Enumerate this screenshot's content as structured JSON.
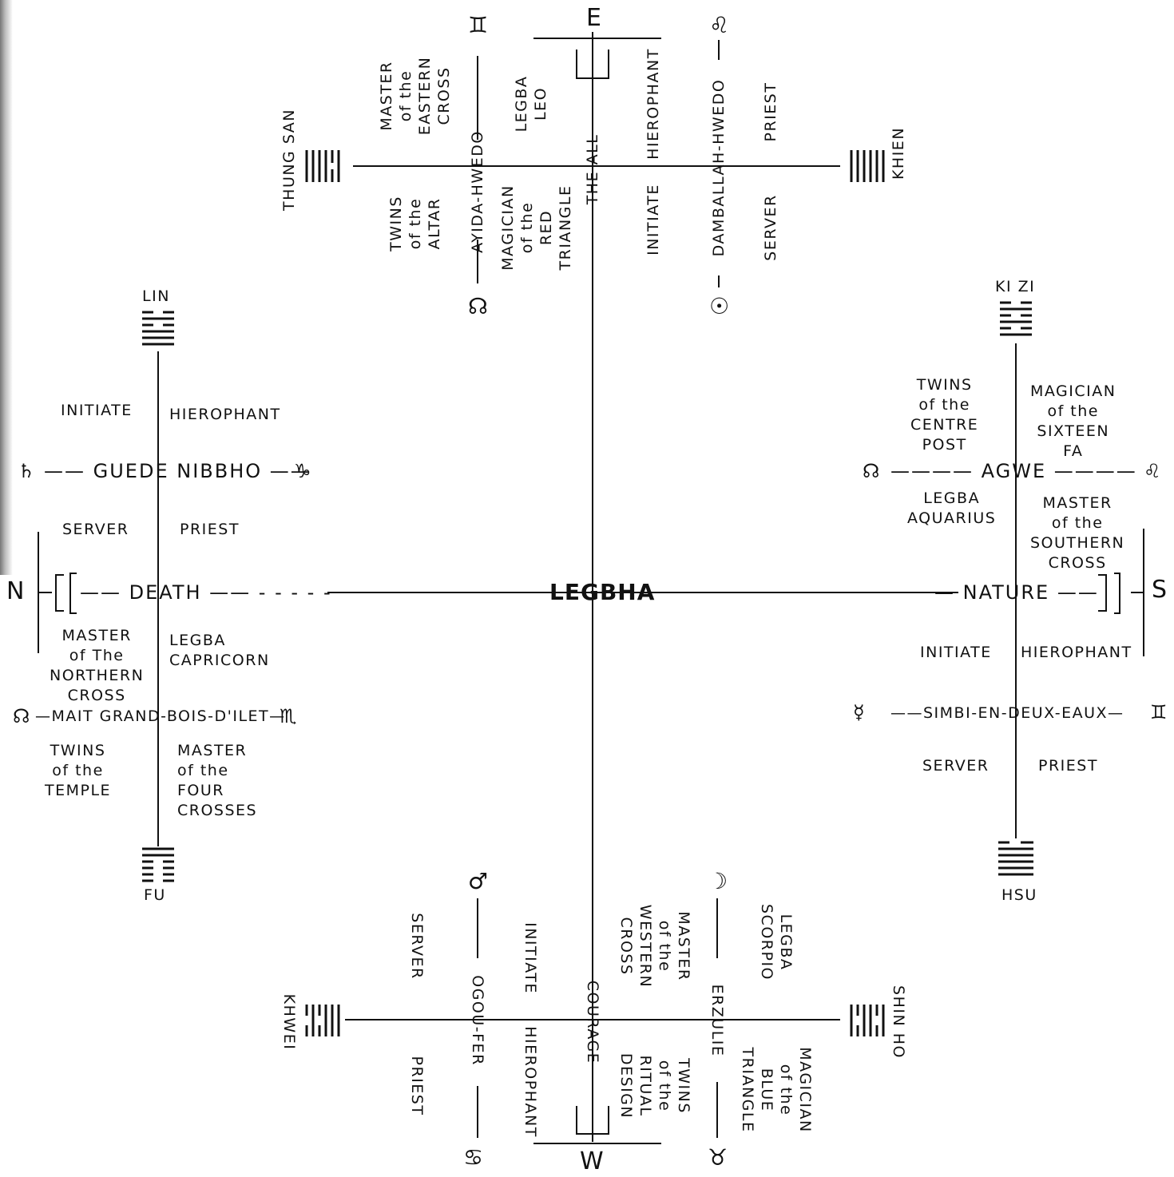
{
  "center": "LEGBHA",
  "directions": {
    "north": "N",
    "south": "S",
    "east": "E",
    "west": "W"
  },
  "east_cross": {
    "left_vertical": "AYIDA-HWEDO",
    "center_vertical": "THE ALL",
    "right_vertical": "DAMBALLAH-HWEDO",
    "top_left_label": "MASTER\nof the\nEASTERN\nCROSS",
    "top_mid_label": "LEGBA\nLEO",
    "top_right_label": "HIEROPHANT",
    "top_far_right_label": "PRIEST",
    "bottom_left_label": "TWINS\nof the\nALTAR",
    "bottom_mid_label": "MAGICIAN\nof the\nRED\nTRIANGLE",
    "bottom_right_label": "INITIATE",
    "bottom_far_right_label": "SERVER",
    "trigram_left": "THUNG SAN",
    "trigram_right": "KHIEN",
    "symbols": {
      "top_left": "♊",
      "top_right": "♌",
      "bottom_left": "☊",
      "bottom_right": "☉"
    }
  },
  "north_cross": {
    "trigram_top": "LIN",
    "trigram_bottom": "FU",
    "upper_left": "INITIATE",
    "upper_right": "HIEROPHANT",
    "row1": "GUEDE NIBBHO",
    "row1_left_sym": "♄",
    "row1_right_sym": "♑",
    "mid_left": "SERVER",
    "mid_right": "PRIEST",
    "row2": "DEATH",
    "lower_left": "MASTER\nof The\nNORTHERN\nCROSS",
    "lower_right": "LEGBA\nCAPRICORN",
    "row3": "MAIT GRAND-BOIS-D'ILET",
    "row3_left_sym": "☊",
    "row3_right_sym": "♏",
    "bottom_left": "TWINS\nof the\nTEMPLE",
    "bottom_right": "MASTER\nof the\nFOUR\nCROSSES"
  },
  "south_cross": {
    "trigram_top": "KI ZI",
    "trigram_bottom": "HSU",
    "upper_left": "TWINS\nof the\nCENTRE\nPOST",
    "upper_right": "MAGICIAN\nof the\nSIXTEEN\nFA",
    "row1": "AGWE",
    "row1_left_sym": "☊",
    "row1_right_sym": "♌",
    "mid_left": "LEGBA\nAQUARIUS",
    "mid_right": "MASTER\nof the\nSOUTHERN\nCROSS",
    "row2": "NATURE",
    "lower_left": "INITIATE",
    "lower_right": "HIEROPHANT",
    "row3": "SIMBI-EN-DEUX-EAUX",
    "row3_left_sym": "☿",
    "row3_right_sym": "♊",
    "bottom_left": "SERVER",
    "bottom_right": "PRIEST"
  },
  "west_cross": {
    "left_vertical": "OGOU-FER",
    "center_vertical": "COURAGE",
    "right_vertical": "ERZULIE",
    "top_left_label": "SERVER",
    "top_mid_label": "INITIATE",
    "top_right_label": "MASTER\nof the\nWESTERN\nCROSS",
    "top_far_right_label": "LEGBA\nSCORPIO",
    "bottom_left_label": "PRIEST",
    "bottom_mid_label": "HIEROPHANT",
    "bottom_right_label": "TWINS\nof the\nRITUAL\nDESIGN",
    "bottom_far_right_label": "MAGICIAN\nof the\nBLUE\nTRIANGLE",
    "trigram_left": "KHWEI",
    "trigram_right": "SHIN HO",
    "symbols": {
      "top_left": "♂",
      "top_right": "☽",
      "bottom_left": "♋",
      "bottom_right": "♉"
    }
  }
}
